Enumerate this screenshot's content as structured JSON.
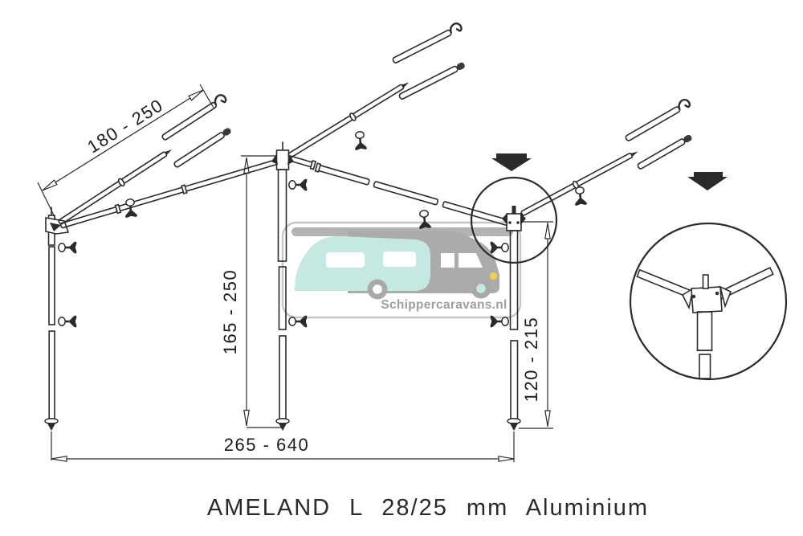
{
  "diagram": {
    "title": "AMELAND L 28/25 mm Aluminium",
    "dimensions": {
      "side_rafter_length": "180 - 250",
      "center_pole_height": "165 - 250",
      "corner_pole_height": "120 - 215",
      "frame_width": "265 - 640"
    },
    "watermark": {
      "text": "Schippercaravans.nl"
    },
    "icons": {
      "assembly_arrow": "thick-down-arrow",
      "detail_callout": "detail-circle"
    },
    "colors": {
      "line": "#2b2b2b",
      "panel_border": "#c6c6c6",
      "panel_inner_gray": "#b3b3b3",
      "caravan_teal": "#c6e8e2",
      "van_gray": "#ababab",
      "wheel_gray": "#a9a9a9",
      "blinker_yellow": "#eccf4e",
      "watermark_text": "#9e9e9e",
      "title_text": "#2a2a2a"
    }
  }
}
